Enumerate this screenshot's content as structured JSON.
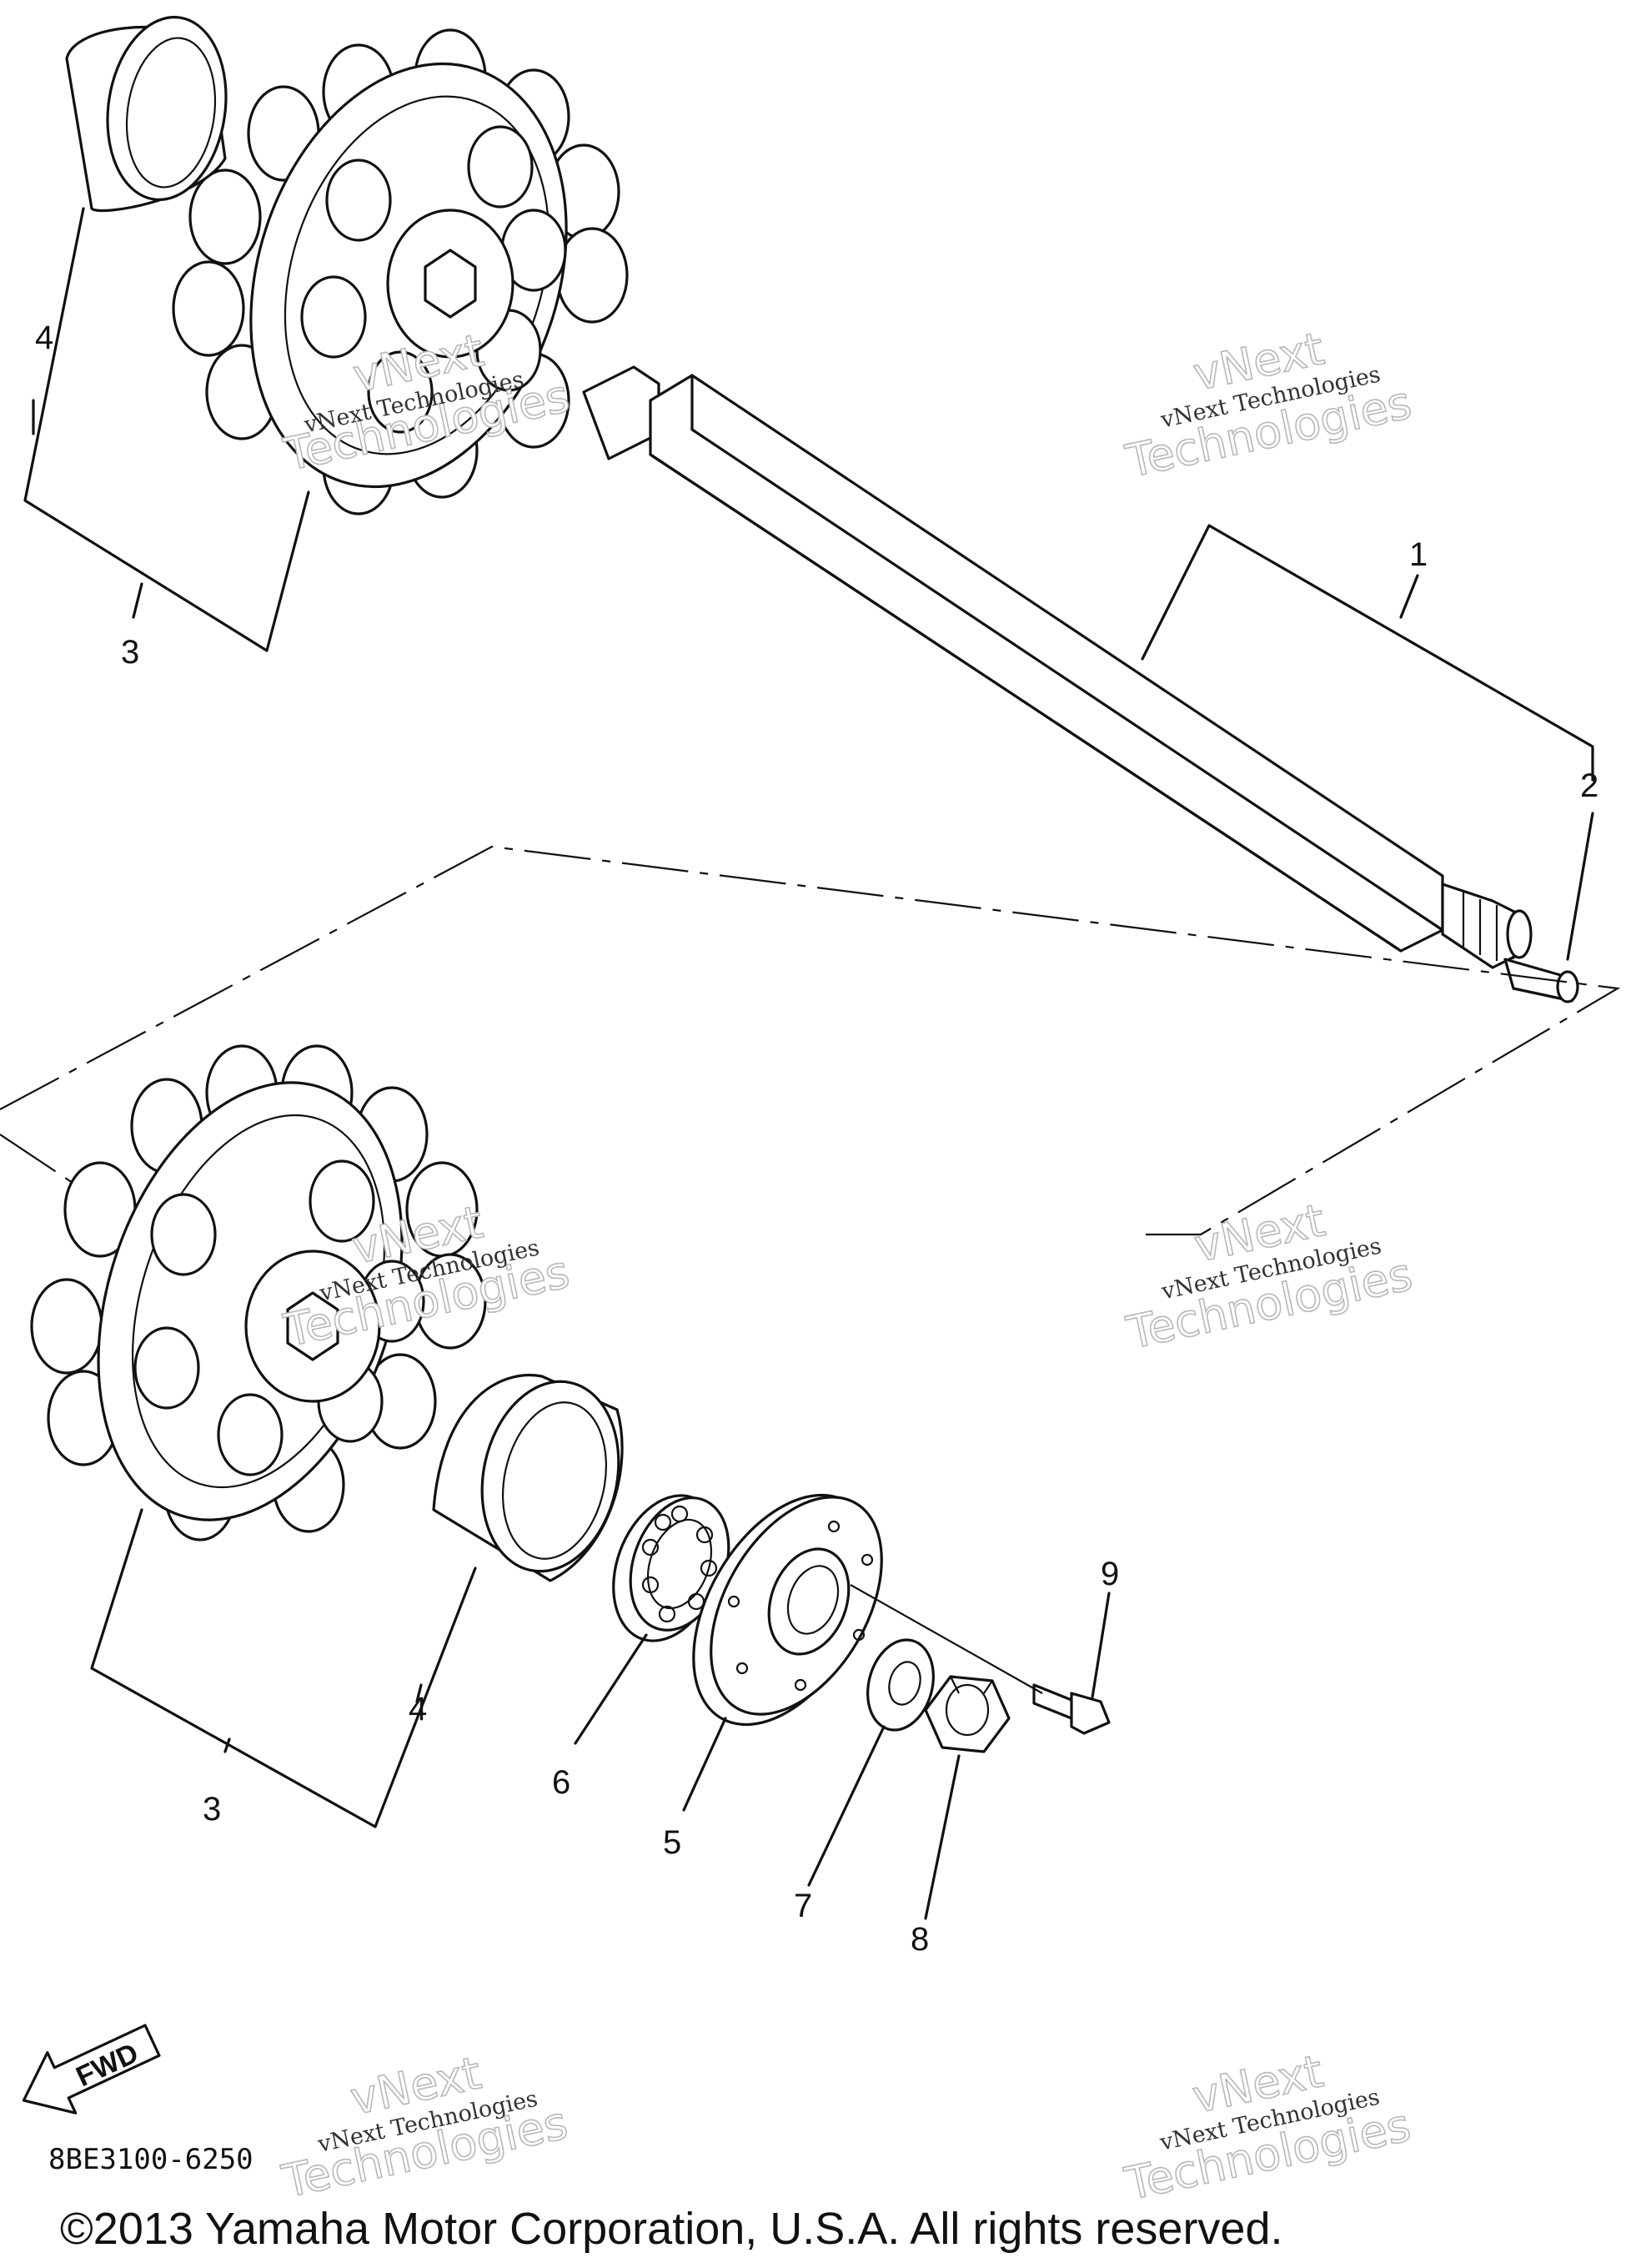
{
  "callouts": {
    "c1": "1",
    "c2": "2",
    "c3_top": "3",
    "c4_top": "4",
    "c3_bottom": "3",
    "c4_bottom": "4",
    "c5": "5",
    "c6": "6",
    "c7": "7",
    "c8": "8",
    "c9": "9"
  },
  "direction_label": "FWD",
  "diagram_code": "8BE3100-6250",
  "copyright": "©2013 Yamaha Motor Corporation, U.S.A. All rights reserved.",
  "watermark": {
    "small_text": "vNext Technologies",
    "big_line1": "vNext",
    "big_line2": "Technologies"
  }
}
